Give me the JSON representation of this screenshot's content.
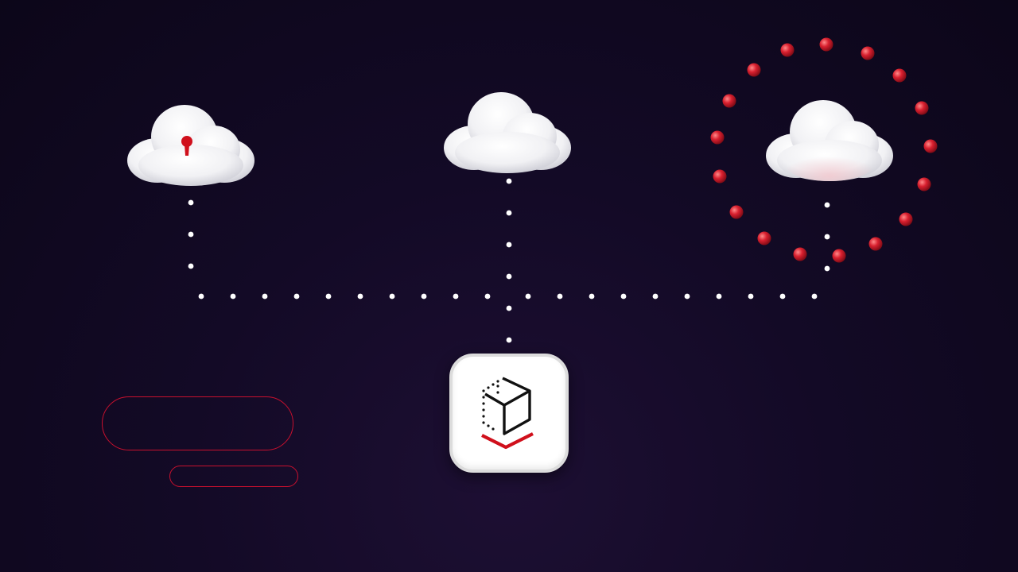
{
  "colors": {
    "background": "#0c0619",
    "dot": "#ffffff",
    "accent_red": "#c8102e",
    "cloud": "#f4f4f6"
  },
  "clouds": [
    {
      "id": "left",
      "icon": "keyhole-icon"
    },
    {
      "id": "center",
      "icon": "none"
    },
    {
      "id": "right",
      "icon": "red-dot-ring"
    }
  ],
  "app_tile": {
    "icon": "dotted-cube-logo-icon"
  },
  "placeholders": [
    {
      "id": "pill-large",
      "text": ""
    },
    {
      "id": "pill-small",
      "text": ""
    }
  ]
}
